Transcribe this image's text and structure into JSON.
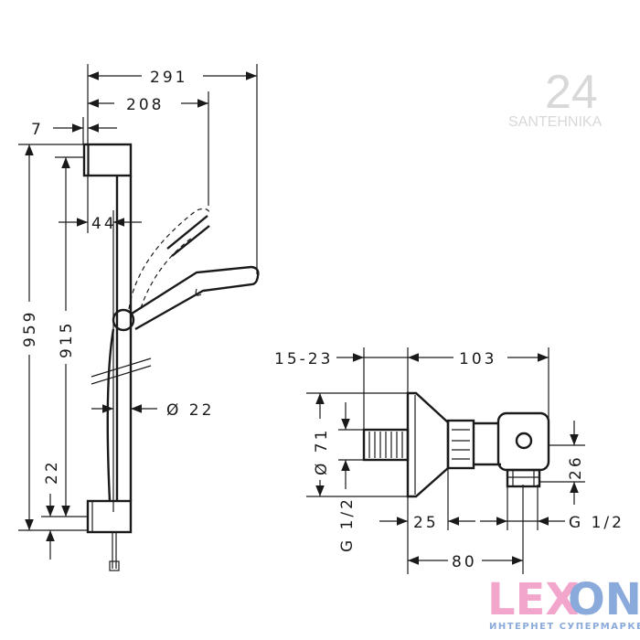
{
  "watermark": {
    "number": "24",
    "text": "SANTEHNIKA"
  },
  "rail_set": {
    "dims": {
      "total_width": "291",
      "handshower_width": "208",
      "offset": "7",
      "rail_width": "44",
      "total_height": "959",
      "mount_distance": "915",
      "bottom_offset": "22",
      "rail_diameter": "Ø 22"
    }
  },
  "wall_outlet": {
    "dims": {
      "wall_depth": "15-23",
      "depth": "103",
      "escutcheon_diameter": "Ø 71",
      "inlet_thread": "G 1/2",
      "escutcheon_depth": "25",
      "outlet_thread": "G 1/2",
      "outlet_height": "26",
      "outlet_distance": "80"
    }
  },
  "logo": {
    "part1": "LEX",
    "part2": "ON",
    "tagline": "ИНТЕРНЕТ СУПЕРМАРКЕТ",
    "color_pink": "#f2a6cc",
    "color_blue": "#8aaadb"
  }
}
